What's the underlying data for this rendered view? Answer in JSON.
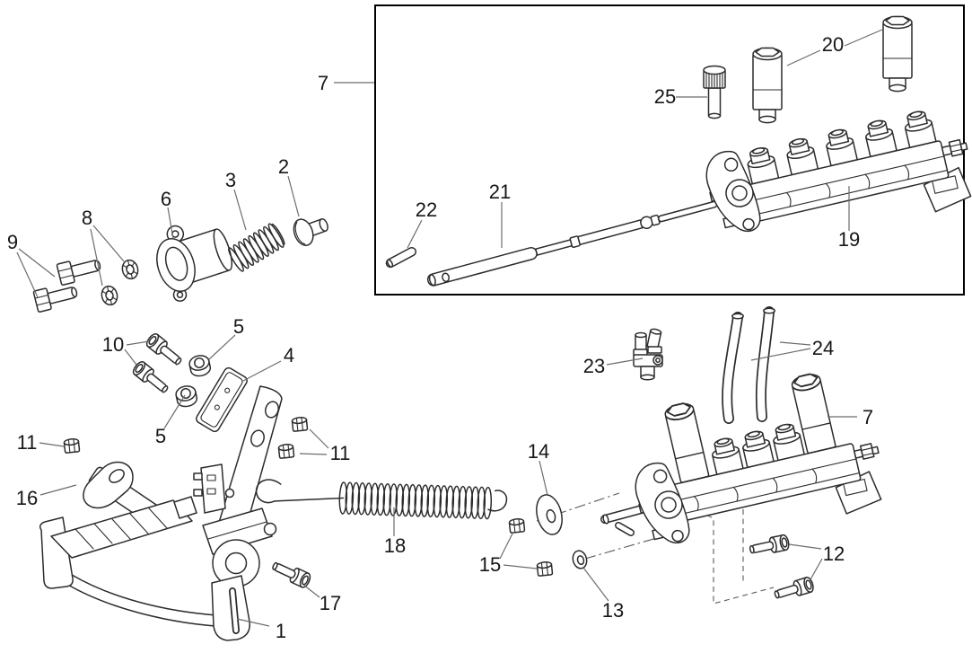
{
  "figure": {
    "kind": "exploded-parts-diagram",
    "background": "#ffffff",
    "line_color": "#2c2c2c",
    "label_color": "#161616",
    "leader_color": "#6c6c6c",
    "has_inset_box": true
  },
  "callouts": [
    {
      "text": "1"
    },
    {
      "text": "2"
    },
    {
      "text": "3"
    },
    {
      "text": "4"
    },
    {
      "text": "5"
    },
    {
      "text": "5"
    },
    {
      "text": "6"
    },
    {
      "text": "7"
    },
    {
      "text": "7"
    },
    {
      "text": "8"
    },
    {
      "text": "9"
    },
    {
      "text": "10"
    },
    {
      "text": "11"
    },
    {
      "text": "11"
    },
    {
      "text": "12"
    },
    {
      "text": "13"
    },
    {
      "text": "14"
    },
    {
      "text": "15"
    },
    {
      "text": "16"
    },
    {
      "text": "17"
    },
    {
      "text": "18"
    },
    {
      "text": "19"
    },
    {
      "text": "20"
    },
    {
      "text": "21"
    },
    {
      "text": "22"
    },
    {
      "text": "23"
    },
    {
      "text": "24"
    },
    {
      "text": "25"
    }
  ]
}
